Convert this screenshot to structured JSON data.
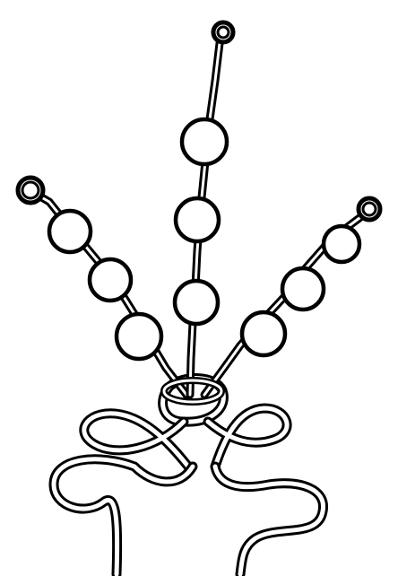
{
  "illustration": {
    "subject": "beaded-wire-sprig",
    "colors": {
      "ink": "#000000",
      "paper": "#ffffff"
    },
    "stems": [
      {
        "name": "left-stem",
        "bead_count": 3
      },
      {
        "name": "center-stem",
        "bead_count": 3
      },
      {
        "name": "right-stem",
        "bead_count": 3
      }
    ],
    "loops": [
      {
        "name": "left-lower-loop"
      },
      {
        "name": "left-upper-loop"
      },
      {
        "name": "center-knot-loop"
      },
      {
        "name": "right-upper-loop"
      },
      {
        "name": "right-lower-loop"
      }
    ]
  }
}
